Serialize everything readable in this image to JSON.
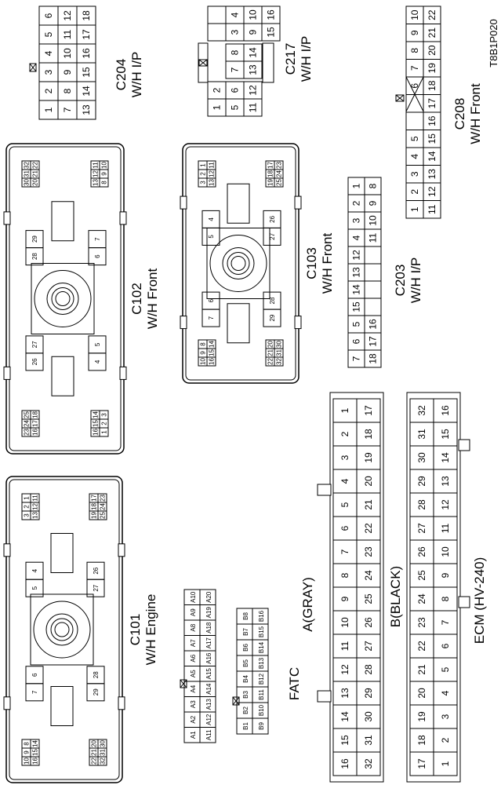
{
  "figure_code": "T8B1P020",
  "c204": {
    "name": "C204",
    "sub": "W/H I/P",
    "rows": [
      [
        "6",
        "12",
        "18"
      ],
      [
        "5",
        "11",
        "17"
      ],
      [
        "4",
        "10",
        "16"
      ],
      [
        "3",
        "9",
        "15"
      ],
      [
        "2",
        "8",
        "14"
      ],
      [
        "1",
        "7",
        "13"
      ]
    ]
  },
  "c217": {
    "name": "C217",
    "sub": "W/H I/P",
    "rows_top": [
      [
        "4",
        "10",
        "16"
      ],
      [
        "3",
        "9",
        "15"
      ]
    ],
    "rows_mid": [
      [
        "8",
        "14"
      ],
      [
        "7",
        "13"
      ]
    ],
    "rows_bot": [
      [
        "2",
        "6",
        "12"
      ],
      [
        "1",
        "5",
        "11"
      ]
    ]
  },
  "c208": {
    "name": "C208",
    "sub": "W/H Front",
    "rows": [
      [
        "10",
        "22"
      ],
      [
        "9",
        "21"
      ],
      [
        "8",
        "20"
      ],
      [
        "7",
        "19"
      ],
      [
        "6",
        "18"
      ],
      [
        "",
        "17"
      ],
      [
        "",
        "16"
      ],
      [
        "5",
        "15"
      ],
      [
        "4",
        "14"
      ],
      [
        "3",
        "13"
      ],
      [
        "2",
        "12"
      ],
      [
        "1",
        "11"
      ]
    ]
  },
  "c203": {
    "name": "C203",
    "sub": "W/H I/P",
    "rows": [
      [
        "1",
        "8"
      ],
      [
        "2",
        "9"
      ],
      [
        "3",
        "10"
      ],
      [
        "4",
        "11"
      ],
      [
        "12",
        ""
      ],
      [
        "13",
        ""
      ],
      [
        "14",
        ""
      ],
      [
        "15",
        ""
      ],
      [
        "5",
        "16"
      ],
      [
        "6",
        "17"
      ],
      [
        "7",
        "18"
      ]
    ]
  },
  "modules": [
    {
      "name": "C102",
      "sub": "W/H Front",
      "top_left": [
        [
          "32",
          "22"
        ],
        [
          "31",
          "21"
        ],
        [
          "30",
          "20"
        ]
      ],
      "top_right": [
        [
          "11",
          "10"
        ],
        [
          "12",
          "9"
        ],
        [
          "13",
          "8"
        ]
      ],
      "mid_left_top": [
        "29",
        "28"
      ],
      "mid_right_top": [
        "7",
        "6"
      ],
      "mid_left_bot": [
        "27",
        "26"
      ],
      "mid_right_bot": [
        "5",
        "4"
      ],
      "bot_left": [
        [
          "25",
          "18"
        ],
        [
          "24",
          "17"
        ],
        [
          "23",
          "16"
        ]
      ],
      "bot_right": [
        [
          "14",
          "3"
        ],
        [
          "15",
          "2"
        ],
        [
          "16",
          "1"
        ]
      ]
    },
    {
      "name": "C103",
      "sub": "W/H Front",
      "top_left": [
        [
          "1",
          "11"
        ],
        [
          "2",
          "12"
        ],
        [
          "3",
          "13"
        ]
      ],
      "top_right": [
        [
          "17",
          "23"
        ],
        [
          "18",
          "24"
        ],
        [
          "19",
          "25"
        ]
      ],
      "mid_left_top": [
        "4",
        "5"
      ],
      "mid_right_top": [
        "26",
        "27"
      ],
      "mid_left_bot": [
        "6",
        "7"
      ],
      "mid_right_bot": [
        "28",
        "29"
      ],
      "bot_left": [
        [
          "8",
          "14"
        ],
        [
          "9",
          "15"
        ],
        [
          "10",
          "16"
        ]
      ],
      "bot_right": [
        [
          "20",
          "30"
        ],
        [
          "21",
          "31"
        ],
        [
          "22",
          "32"
        ]
      ]
    },
    {
      "name": "C101",
      "sub": "W/H Engine",
      "top_left": [
        [
          "1",
          "11"
        ],
        [
          "2",
          "12"
        ],
        [
          "3",
          "13"
        ]
      ],
      "top_right": [
        [
          "17",
          "23"
        ],
        [
          "18",
          "24"
        ],
        [
          "19",
          "25"
        ]
      ],
      "mid_left_top": [
        "4",
        "5"
      ],
      "mid_right_top": [
        "26",
        "27"
      ],
      "mid_left_bot": [
        "6",
        "7"
      ],
      "mid_right_bot": [
        "28",
        "29"
      ],
      "bot_left": [
        [
          "8",
          "14"
        ],
        [
          "9",
          "15"
        ],
        [
          "10",
          "16"
        ]
      ],
      "bot_right": [
        [
          "20",
          "30"
        ],
        [
          "21",
          "31"
        ],
        [
          "22",
          "32"
        ]
      ]
    }
  ],
  "fatc": {
    "name": "FATC",
    "a_rows": [
      [
        "A10",
        "A20"
      ],
      [
        "A9",
        "A19"
      ],
      [
        "A8",
        "A18"
      ],
      [
        "A7",
        "A17"
      ],
      [
        "A6",
        "A16"
      ],
      [
        "A5",
        "A15"
      ],
      [
        "A4",
        "A14"
      ],
      [
        "A3",
        "A13"
      ],
      [
        "A2",
        "A12"
      ],
      [
        "A1",
        "A11"
      ]
    ],
    "b_rows": [
      [
        "B8",
        "B16"
      ],
      [
        "B7",
        "B15"
      ],
      [
        "B6",
        "B14"
      ],
      [
        "B5",
        "B13"
      ],
      [
        "B4",
        "B12"
      ],
      [
        "B3",
        "B11"
      ],
      [
        "B2",
        "B10"
      ],
      [
        "B1",
        "B9"
      ]
    ]
  },
  "ecm": {
    "name": "ECM (HV-240)",
    "a_label": "A(GRAY)",
    "b_label": "B(BLACK)",
    "a_rows": [
      [
        "1",
        "17"
      ],
      [
        "2",
        "18"
      ],
      [
        "3",
        "19"
      ],
      [
        "4",
        "20"
      ],
      [
        "5",
        "21"
      ],
      [
        "6",
        "22"
      ],
      [
        "7",
        "23"
      ],
      [
        "8",
        "24"
      ],
      [
        "9",
        "25"
      ],
      [
        "10",
        "26"
      ],
      [
        "11",
        "27"
      ],
      [
        "12",
        "28"
      ],
      [
        "13",
        "29"
      ],
      [
        "14",
        "30"
      ],
      [
        "15",
        "31"
      ],
      [
        "16",
        "32"
      ]
    ],
    "b_rows": [
      [
        "32",
        "16"
      ],
      [
        "31",
        "15"
      ],
      [
        "30",
        "14"
      ],
      [
        "29",
        "13"
      ],
      [
        "28",
        "12"
      ],
      [
        "27",
        "11"
      ],
      [
        "26",
        "10"
      ],
      [
        "25",
        "9"
      ],
      [
        "24",
        "8"
      ],
      [
        "23",
        "7"
      ],
      [
        "22",
        "6"
      ],
      [
        "21",
        "5"
      ],
      [
        "20",
        "4"
      ],
      [
        "19",
        "3"
      ],
      [
        "18",
        "2"
      ],
      [
        "17",
        "1"
      ]
    ]
  }
}
